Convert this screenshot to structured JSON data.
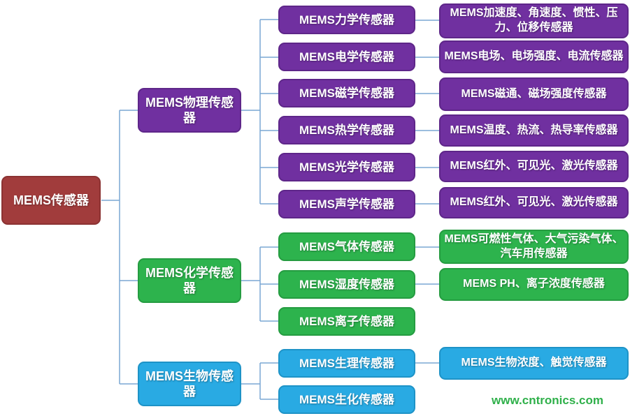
{
  "root": {
    "label": "MEMS传感器"
  },
  "groups": [
    {
      "label": "MEMS物理传感器",
      "children": [
        {
          "label": "MEMS力学传感器",
          "detail": "MEMS加速度、角速度、惯性、压力、位移传感器"
        },
        {
          "label": "MEMS电学传感器",
          "detail": "MEMS电场、电场强度、电流传感器"
        },
        {
          "label": "MEMS磁学传感器",
          "detail": "MEMS磁通、磁场强度传感器"
        },
        {
          "label": "MEMS热学传感器",
          "detail": "MEMS温度、热流、热导率传感器"
        },
        {
          "label": "MEMS光学传感器",
          "detail": "MEMS红外、可见光、激光传感器"
        },
        {
          "label": "MEMS声学传感器",
          "detail": "MEMS红外、可见光、激光传感器"
        }
      ]
    },
    {
      "label": "MEMS化学传感器",
      "children": [
        {
          "label": "MEMS气体传感器",
          "detail": "MEMS可燃性气体、大气污染气体、汽车用传感器"
        },
        {
          "label": "MEMS湿度传感器",
          "detail": "MEMS PH、离子浓度传感器"
        },
        {
          "label": "MEMS离子传感器"
        }
      ]
    },
    {
      "label": "MEMS生物传感器",
      "children": [
        {
          "label": "MEMS生理传感器",
          "detail": "MEMS生物浓度、触觉传感器"
        },
        {
          "label": "MEMS生化传感器"
        }
      ]
    }
  ],
  "watermark": "www.cntronics.com",
  "colors": {
    "root": "#a13c3c",
    "physical": "#7030a0",
    "chemical": "#2db34d",
    "biological": "#29aae3",
    "connector": "#7aa7d4",
    "watermark": "#2fb04a"
  }
}
